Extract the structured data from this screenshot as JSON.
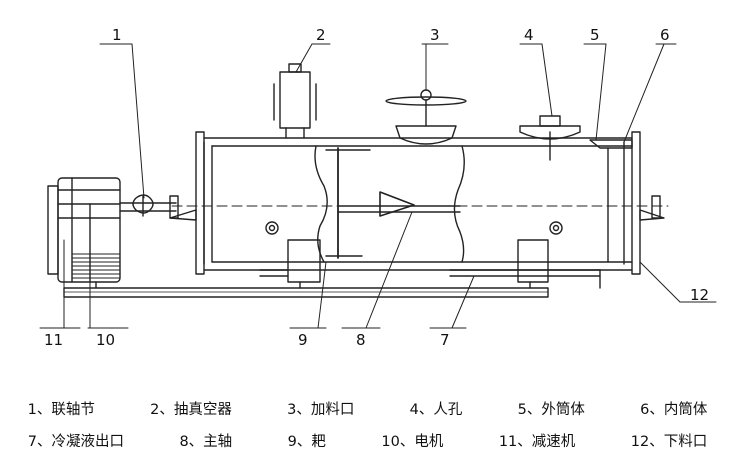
{
  "callouts": [
    "1",
    "2",
    "3",
    "4",
    "5",
    "6",
    "7",
    "8",
    "9",
    "10",
    "11",
    "12"
  ],
  "legend": {
    "row1": [
      "1、联轴节",
      "2、抽真空器",
      "3、加料口",
      "4、人孔",
      "5、外筒体",
      "6、内筒体"
    ],
    "row2": [
      "7、冷凝液出口",
      "8、主轴",
      "9、耙",
      "10、电机",
      "11、减速机",
      "12、下料口"
    ]
  },
  "colors": {
    "line": "#222222",
    "background": "#ffffff"
  }
}
